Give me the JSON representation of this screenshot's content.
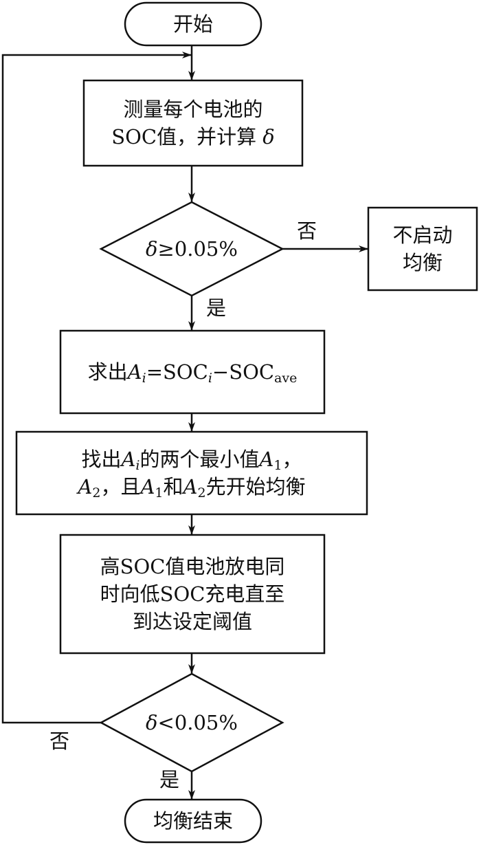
{
  "start": {
    "label": "开始"
  },
  "measure": {
    "line1": "测量每个电池的",
    "line2": "SOC值，并计算",
    "delta": "δ"
  },
  "decision1": {
    "delta": "δ",
    "rest": "≥0.05%",
    "no_label": "否",
    "yes_label": "是"
  },
  "no_balance": {
    "line1": "不启动",
    "line2": "均衡"
  },
  "compute": {
    "prefix": "求出",
    "a": "A",
    "i": "i",
    "eq": "=SOC",
    "i2": "i",
    "minus": "−SOC",
    "ave": "ave"
  },
  "find_min": {
    "t1": "找出",
    "a": "A",
    "i": "i",
    "t2": "的两个最小值",
    "a1": "A",
    "s1": "1",
    "t3": "，",
    "a2": "A",
    "s2": "2",
    "t4": "，且",
    "a3": "A",
    "s3": "1",
    "t5": "和",
    "a4": "A",
    "s4": "2",
    "t6": "先开始均衡"
  },
  "discharge": {
    "line1": "高SOC值电池放电同",
    "line2": "时向低SOC充电直至",
    "line3": "到达设定阈值"
  },
  "decision2": {
    "delta": "δ",
    "rest": "<0.05%",
    "no_label": "否",
    "yes_label": "是"
  },
  "end": {
    "label": "均衡结束"
  }
}
